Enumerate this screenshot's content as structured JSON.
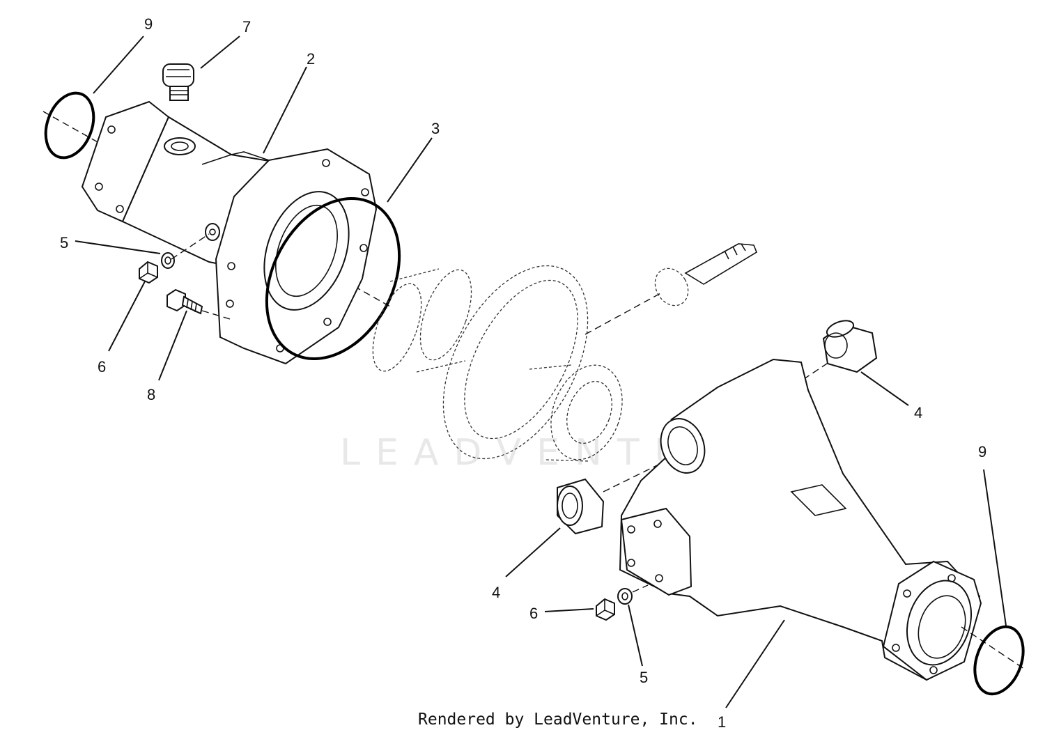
{
  "footer": {
    "text": "Rendered by LeadVenture, Inc."
  },
  "watermark": {
    "text": "LEADVENTURE"
  },
  "callouts": {
    "c1": "1",
    "c2": "2",
    "c3": "3",
    "c4_right": "4",
    "c4_left": "4",
    "c5_top": "5",
    "c5_bottom": "5",
    "c6_top": "6",
    "c6_bottom": "6",
    "c7": "7",
    "c8": "8",
    "c9_top": "9",
    "c9_bottom": "9"
  }
}
